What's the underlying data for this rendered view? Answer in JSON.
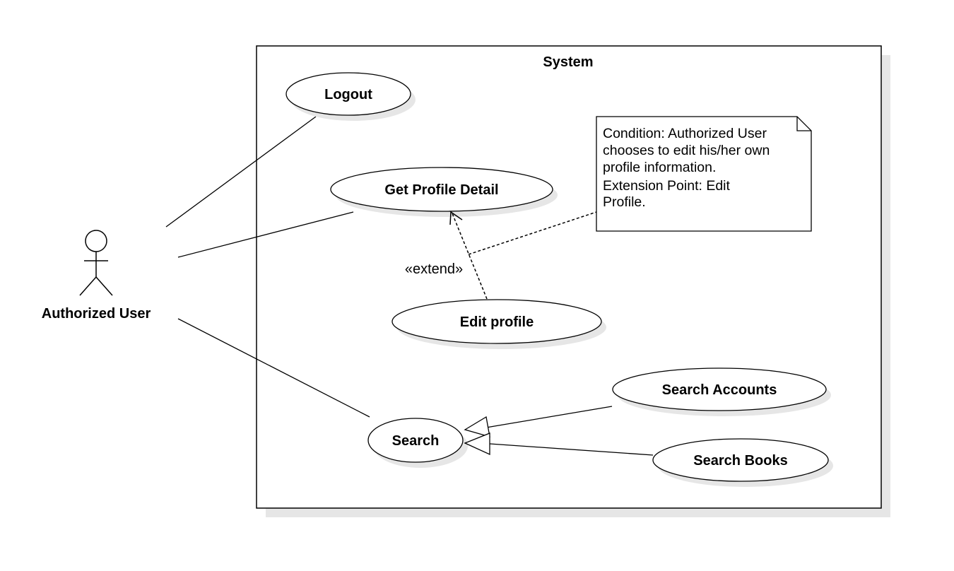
{
  "system": {
    "title": "System"
  },
  "actor": {
    "name": "Authorized User"
  },
  "use_cases": {
    "logout": "Logout",
    "get_profile_detail": "Get Profile Detail",
    "edit_profile": "Edit profile",
    "search": "Search",
    "search_accounts": "Search Accounts",
    "search_books": "Search Books"
  },
  "relationships": {
    "extend_label": "«extend»"
  },
  "note": {
    "lines": [
      "Condition: Authorized User",
      "chooses to edit his/her own",
      "profile information.",
      "Extension Point: Edit",
      "Profile."
    ]
  },
  "colors": {
    "stroke": "#000000",
    "shadow": "#e6e6e6",
    "background": "#ffffff"
  }
}
